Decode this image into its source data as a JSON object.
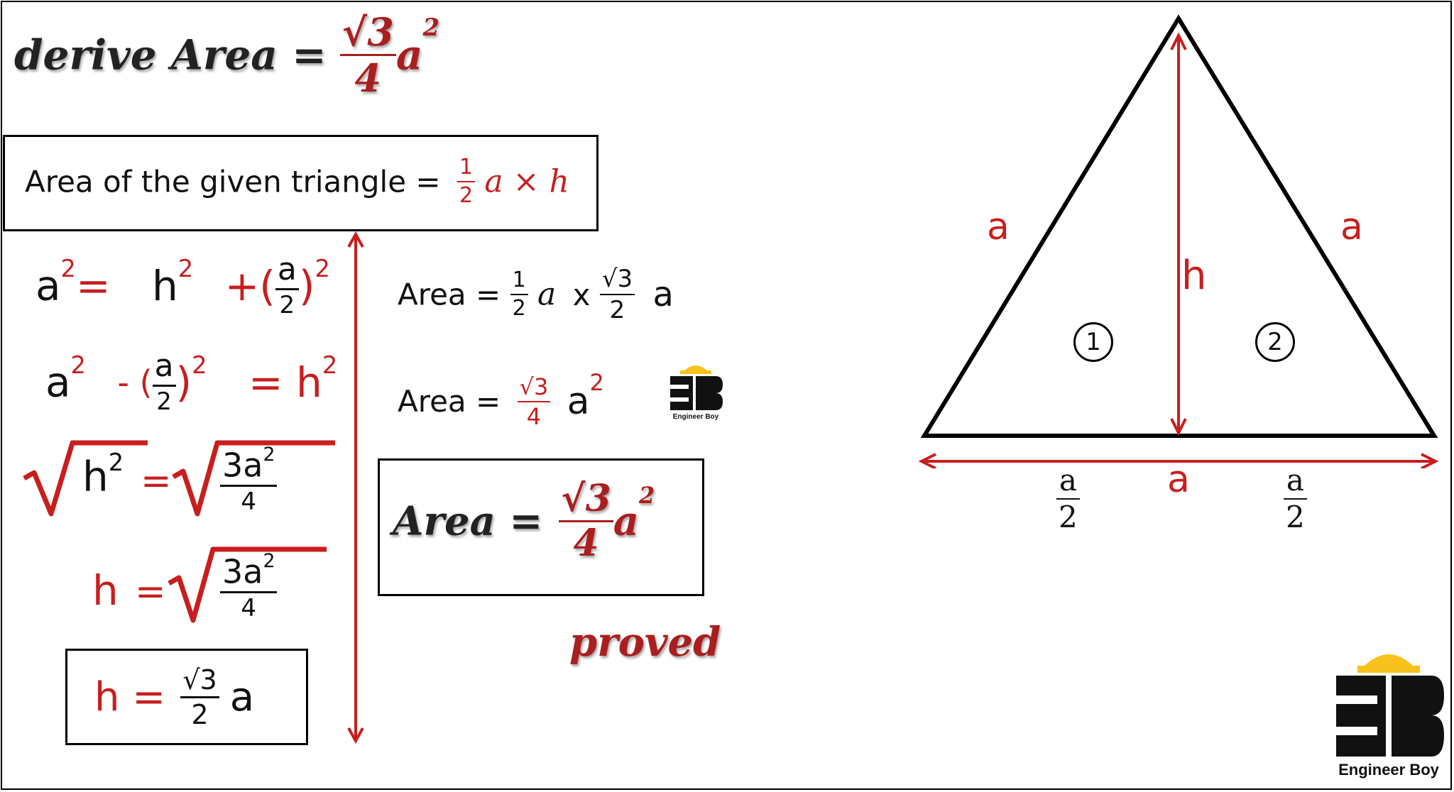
{
  "title": {
    "prefix": "derive Area =",
    "num": "√3",
    "den": "4",
    "var": "a",
    "exp": "2"
  },
  "given_box": {
    "text": "Area of the given triangle =",
    "num": "1",
    "den": "2",
    "rest": "a × h"
  },
  "steps": {
    "s1": {
      "a": "a",
      "a_exp": "2",
      "eq": "=",
      "h": "h",
      "h_exp": "2",
      "plus": "+(",
      "fnum": "a",
      "fden": "2",
      "close": ")",
      "close_exp": "2"
    },
    "s2": {
      "a": "a",
      "a_exp": "2",
      "minus": "- (",
      "fnum": "a",
      "fden": "2",
      "close": ")",
      "close_exp": "2",
      "eq": "= h",
      "h_exp": "2"
    },
    "s3": {
      "h": "h",
      "h_exp": "2",
      "eq": "=",
      "num": "3a",
      "num_exp": "2",
      "den": "4"
    },
    "s4": {
      "h": "h",
      "eq": "=",
      "num": "3a",
      "num_exp": "2",
      "den": "4"
    },
    "s5": {
      "h": "h =",
      "num": "√3",
      "den": "2",
      "a": "a"
    }
  },
  "right_steps": {
    "r1": {
      "label": "Area =",
      "n1": "1",
      "d1": "2",
      "a1": "a",
      "x": "x",
      "n2": "√3",
      "d2": "2",
      "a2": "a"
    },
    "r2": {
      "label": "Area =",
      "num": "√3",
      "den": "4",
      "a": "a",
      "exp": "2"
    }
  },
  "result_box": {
    "label": "Area =",
    "num": "√3",
    "den": "4",
    "a": "a",
    "exp": "2"
  },
  "proved": "proved",
  "triangle": {
    "left_side": "a",
    "right_side": "a",
    "height": "h",
    "base": "a",
    "region1": "1",
    "region2": "2",
    "half_left": {
      "num": "a",
      "den": "2"
    },
    "half_right": {
      "num": "a",
      "den": "2"
    }
  },
  "logos": {
    "small": "Engineer Boy",
    "large": "Engineer Boy"
  },
  "colors": {
    "accent": "#c81e1e",
    "dark_red": "#a91f1f",
    "helmet": "#f6c21b"
  }
}
